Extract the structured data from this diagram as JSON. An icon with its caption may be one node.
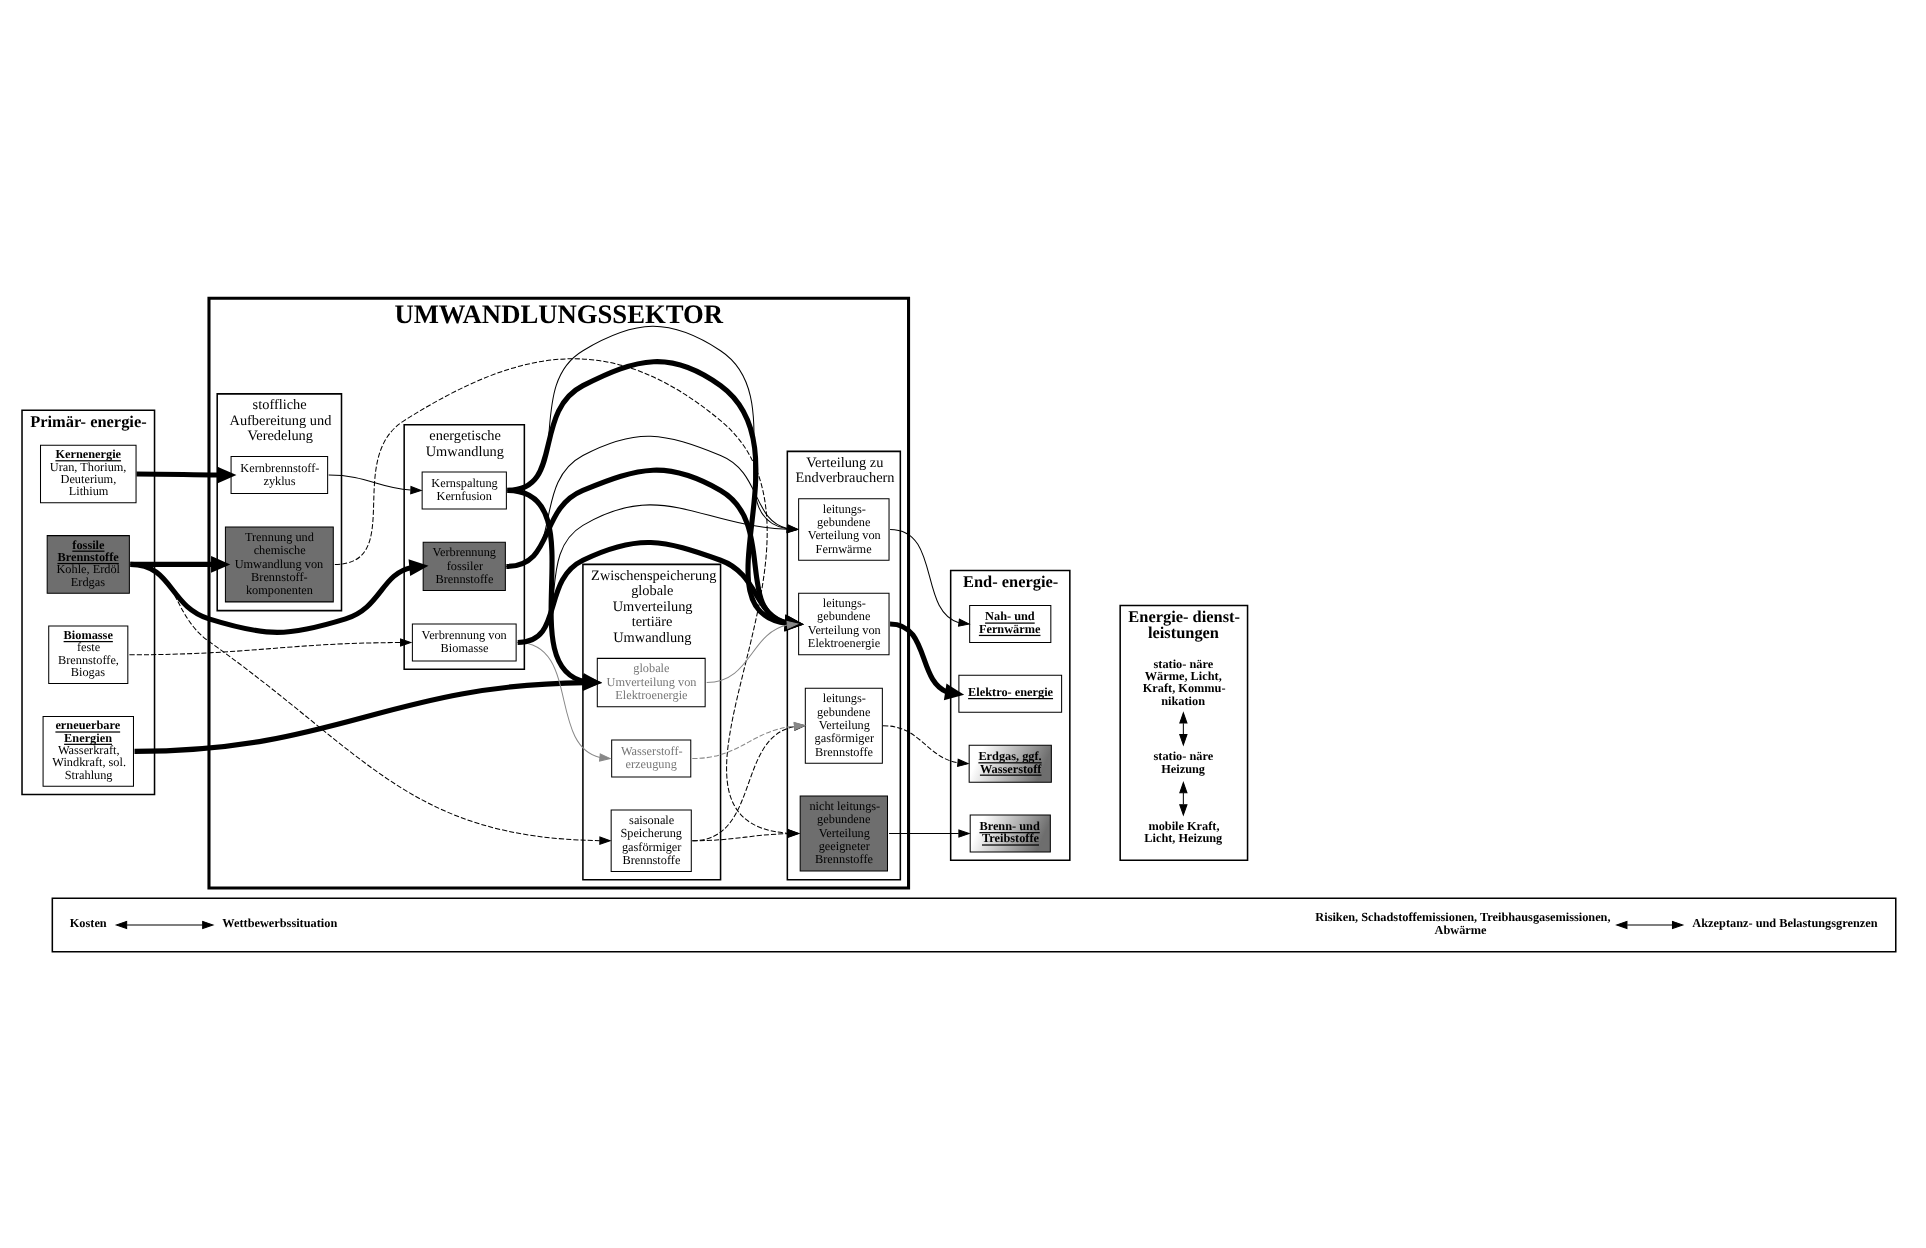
{
  "diagram": {
    "nodes": [
      {
        "text": [
          "Primär- energie-"
        ]
      },
      {
        "text": [
          "fossile Brennstoffe",
          "Kohle, Erdöl Erdgas"
        ],
        "in": 0
      },
      {
        "text": [
          "Biomasse",
          "feste Brennstoffe, Biogas"
        ],
        "in": 0
      },
      {
        "text": [
          "Kernenergie",
          "Uran, Thorium, Deuterium, Lithium"
        ],
        "in": 0
      },
      {
        "text": [
          "erneuerbare Energien",
          "Wasserkraft, Windkraft, sol. Strahlung"
        ],
        "in": 0
      },
      {
        "text": [
          "UMWANDLUNGSSEKTOR"
        ]
      },
      {
        "text": [
          "stoffliche Aufbereitung und Veredelung"
        ],
        "in": 5
      },
      {
        "text": [
          "Trennung und chemische Umwandlung von Brennstoff- komponenten"
        ],
        "in": 6
      },
      {
        "text": [
          "Kernbrennstoff- zyklus"
        ],
        "in": 6
      },
      {
        "text": [
          "energetische Umwandlung"
        ],
        "in": 5
      },
      {
        "text": [
          "Verbrennung fossiler Brennstoffe"
        ],
        "in": 9
      },
      {
        "text": [
          "Verbrennung von Biomasse"
        ],
        "in": 9
      },
      {
        "text": [
          "Kernspaltung",
          "Kernfusion"
        ],
        "in": 9
      },
      {
        "text": [
          "Zwischenspeicherung globale Umverteilung tertiäre Umwandlung"
        ],
        "in": 5
      },
      {
        "text": [
          "saisonale Speicherung gasförmiger Brennstoffe"
        ],
        "in": 13
      },
      {
        "text": [
          "Wasserstoff- erzeugung"
        ],
        "in": 13
      },
      {
        "text": [
          "globale Umverteilung von Elektroenergie"
        ],
        "in": 13
      },
      {
        "text": [
          "Verteilung zu Endverbrauchern"
        ],
        "in": 5
      },
      {
        "text": [
          "nicht leitungs- gebundene Verteilung geeigneter Brennstoffe"
        ],
        "in": 17
      },
      {
        "text": [
          "leitungs- gebundene Verteilung gasförmiger Brennstoffe"
        ],
        "in": 17
      },
      {
        "text": [
          "leitungs- gebundene Verteilung von Fernwärme"
        ],
        "in": 17
      },
      {
        "text": [
          "leitungs- gebundene Verteilung von Elektroenergie"
        ],
        "in": 17
      },
      {
        "text": [
          "End- energie-"
        ]
      },
      {
        "text": [
          "Brenn- und Treibstoffe"
        ],
        "in": 22
      },
      {
        "text": [
          "Erdgas, ggf. Wasserstoff"
        ],
        "in": 22
      },
      {
        "text": [
          "Nah- und Fernwärme"
        ],
        "in": 22
      },
      {
        "text": [
          "Elektro- energie"
        ],
        "in": 22
      },
      {
        "text": [
          "Energie- dienst- leistungen"
        ]
      },
      {
        "text": [
          "mobile Kraft, Licht, Heizung"
        ],
        "in": 27
      },
      {
        "text": [
          "statio- näre Heizung"
        ],
        "in": 27
      },
      {
        "text": [
          "statio- näre Wärme, Licht, Kraft, Kommu- nikation"
        ],
        "in": 27
      },
      {
        "text": [],
        "shape": "box"
      },
      {
        "text": [
          "Risiken, Schadstoffemissionen, Treibhausgasemissionen, Abwärme"
        ],
        "in": 31
      },
      {
        "text": [
          "Akzeptanz- und Belastungsgrenzen"
        ],
        "in": 31
      },
      {
        "text": [
          "Kosten"
        ],
        "in": 31
      },
      {
        "text": [
          "Wettbewerbssituation"
        ],
        "in": 31
      }
    ],
    "edges": [
      {
        "from": 1,
        "to": 7,
        "arrow": "to",
        "style": "thick"
      },
      {
        "from": 7,
        "to": 18,
        "arrow": "to",
        "style": "dashed"
      },
      {
        "from": 1,
        "to": 14,
        "arrow": "to",
        "style": "dashed"
      },
      {
        "from": 1,
        "to": 10,
        "arrow": "to",
        "style": "thick"
      },
      {
        "from": 2,
        "to": 11,
        "arrow": "to",
        "style": "dashed"
      },
      {
        "from": 3,
        "to": 8,
        "arrow": "to",
        "style": "thick"
      },
      {
        "from": 8,
        "to": 12,
        "arrow": "to"
      },
      {
        "from": 4,
        "to": 16,
        "arrow": "to",
        "style": "thick"
      },
      {
        "from": 12,
        "to": 16,
        "arrow": "to",
        "style": "thick"
      },
      {
        "from": 14,
        "to": 18,
        "arrow": "to",
        "style": "dashed"
      },
      {
        "from": 14,
        "to": 19,
        "arrow": "to",
        "style": "dashed"
      },
      {
        "from": 10,
        "to": 20,
        "arrow": "to"
      },
      {
        "from": 11,
        "to": 20,
        "arrow": "to"
      },
      {
        "from": 12,
        "to": 20,
        "arrow": "to"
      },
      {
        "from": 10,
        "to": 21,
        "arrow": "to",
        "style": "thick"
      },
      {
        "from": 11,
        "to": 21,
        "arrow": "to",
        "style": "thick"
      },
      {
        "from": 12,
        "to": 21,
        "arrow": "to",
        "style": "thick"
      },
      {
        "from": 11,
        "to": 15,
        "arrow": "to",
        "color": "#888888"
      },
      {
        "from": 15,
        "to": 19,
        "arrow": "to",
        "style": "dashed",
        "color": "#888888"
      },
      {
        "from": 16,
        "to": 21,
        "arrow": "to",
        "color": "#888888"
      },
      {
        "from": 18,
        "to": 23,
        "arrow": "to"
      },
      {
        "from": 19,
        "to": 24,
        "arrow": "to",
        "style": "dashed"
      },
      {
        "from": 20,
        "to": 25,
        "arrow": "to"
      },
      {
        "from": 21,
        "to": 26,
        "arrow": "to",
        "style": "thick"
      },
      {
        "from": 28,
        "to": 29,
        "arrow": "both"
      },
      {
        "from": 29,
        "to": 30,
        "arrow": "both"
      },
      {
        "from": 32,
        "to": 33,
        "arrow": "both"
      },
      {
        "from": 34,
        "to": 35,
        "arrow": "both"
      }
    ]
  }
}
